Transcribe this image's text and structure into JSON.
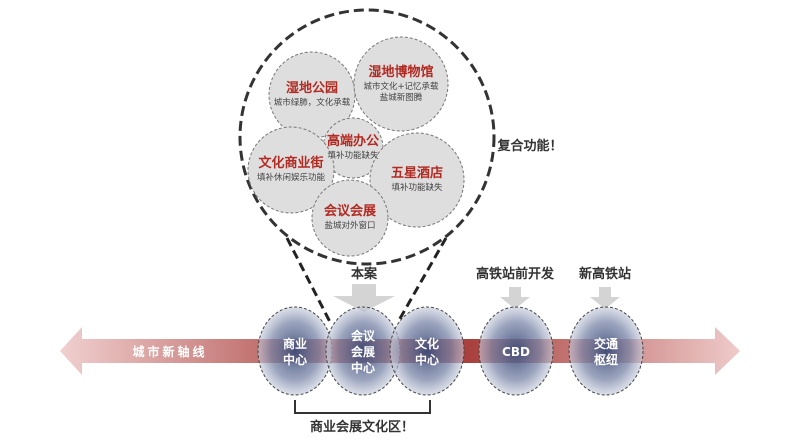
{
  "zoom_bubble": {
    "functions": [
      {
        "title": "湿地公园",
        "desc": [
          "城市绿肺，文化承载"
        ]
      },
      {
        "title": "湿地博物馆",
        "desc": [
          "城市文化+记忆承载",
          "盐城新图腾"
        ]
      },
      {
        "title": "高端办公",
        "desc": [
          "填补功能缺失"
        ]
      },
      {
        "title": "文化商业街",
        "desc": [
          "填补休闲娱乐功能"
        ]
      },
      {
        "title": "五星酒店",
        "desc": [
          "填补功能缺失"
        ]
      },
      {
        "title": "会议会展",
        "desc": [
          "盐城对外窗口"
        ]
      }
    ],
    "caption": "复合功能！"
  },
  "axis": {
    "label": "城市新轴线"
  },
  "nodes": [
    {
      "lines": [
        "商业",
        "中心"
      ]
    },
    {
      "lines": [
        "会议",
        "会展",
        "中心"
      ]
    },
    {
      "lines": [
        "文化",
        "中心"
      ]
    },
    {
      "lines": [
        "CBD"
      ]
    },
    {
      "lines": [
        "交通",
        "枢纽"
      ]
    }
  ],
  "pointers": {
    "project": "本案",
    "cbd": "高铁站前开发",
    "station": "新高铁站"
  },
  "bracket_label": "商业会展文化区！",
  "colors": {
    "accent_red": "#b22a22",
    "axis_dark": "#a0393a",
    "node": "#5a6890"
  }
}
